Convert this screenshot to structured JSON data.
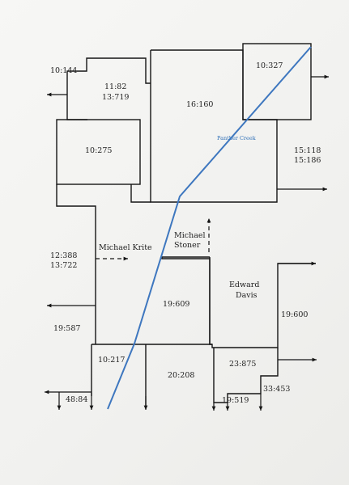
{
  "colors": {
    "line": "#151515",
    "creek": "#3e77bf"
  },
  "parcels": {
    "p10_144": "10:144",
    "p11_82": "11:82",
    "p13_719": "13:719",
    "p16_160": "16:160",
    "p10_327": "10:327",
    "p10_275": "10:275",
    "p15_118": "15:118",
    "p15_186": "15:186",
    "p12_388": "12:388",
    "p13_722": "13:722",
    "p19_609": "19:609",
    "p19_587": "19:587",
    "p10_217": "10:217",
    "p20_208": "20:208",
    "p19_600": "19:600",
    "p23_875": "23:875",
    "p33_453": "33:453",
    "p48_84": "48:84",
    "p19_519": "19:519"
  },
  "owners": {
    "krite": "Michael Krite",
    "stoner_first": "Michael",
    "stoner_last": "Stoner",
    "davis_first": "Edward",
    "davis_last": "Davis"
  },
  "creek": {
    "name": "Panther Creek"
  }
}
